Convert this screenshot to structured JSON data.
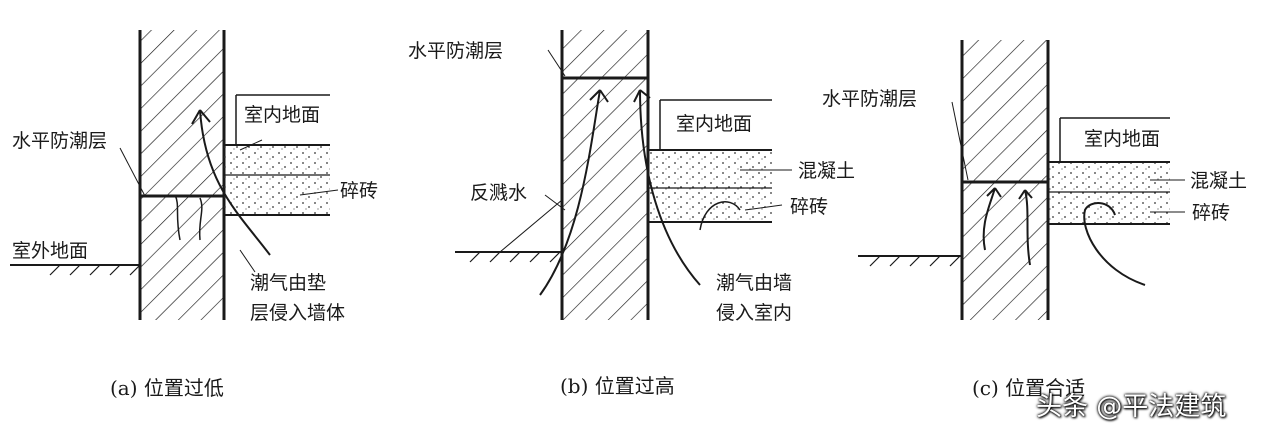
{
  "panels": [
    {
      "caption": "(a) 位置过低",
      "labels": {
        "indoor_floor": "室内地面",
        "dpc": "水平防潮层",
        "brick": "碎砖",
        "outdoor_ground": "室外地面",
        "moisture": "潮气由垫\n层侵入墙体"
      }
    },
    {
      "caption": "(b) 位置过高",
      "labels": {
        "dpc": "水平防潮层",
        "indoor_floor": "室内地面",
        "concrete": "混凝土",
        "splash": "反溅水",
        "brick": "碎砖",
        "moisture": "潮气由墙\n侵入室内"
      }
    },
    {
      "caption": "(c) 位置合适",
      "labels": {
        "dpc": "水平防潮层",
        "indoor_floor": "室内地面",
        "concrete": "混凝土",
        "brick": "碎砖"
      }
    }
  ],
  "watermark": "头条 @平法建筑"
}
